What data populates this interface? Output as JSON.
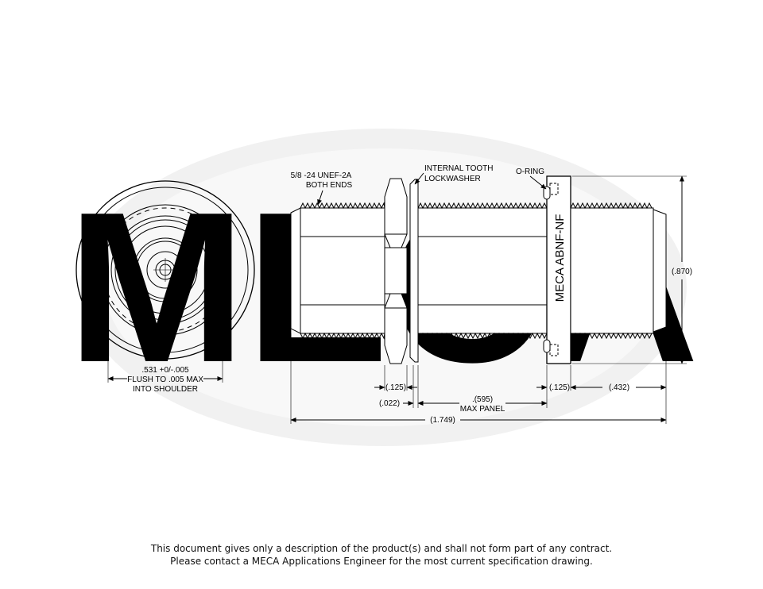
{
  "drawing": {
    "part_marking": "MECA ABNF-NF",
    "watermark": "MECA",
    "labels": {
      "thread": [
        "5/8 -24 UNEF-2A",
        "BOTH ENDS"
      ],
      "lockwasher": [
        "INTERNAL TOOTH",
        "LOCKWASHER"
      ],
      "oring": "O-RING",
      "face": [
        ".531 +0/-.005",
        "FLUSH TO .005 MAX",
        "INTO SHOULDER"
      ]
    },
    "dimensions": {
      "height": "(.870)",
      "nut_width": "(.125)",
      "washer": "(.022)",
      "panel": [
        ".(595)",
        "MAX PANEL"
      ],
      "flange": "(.125)",
      "rear": "(.432)",
      "overall": "(1.749)"
    }
  },
  "disclaimer": {
    "line1": "This document gives only a description of the product(s) and shall not form part of any contract.",
    "line2": "Please contact a MECA Applications Engineer for the most current specification drawing."
  }
}
